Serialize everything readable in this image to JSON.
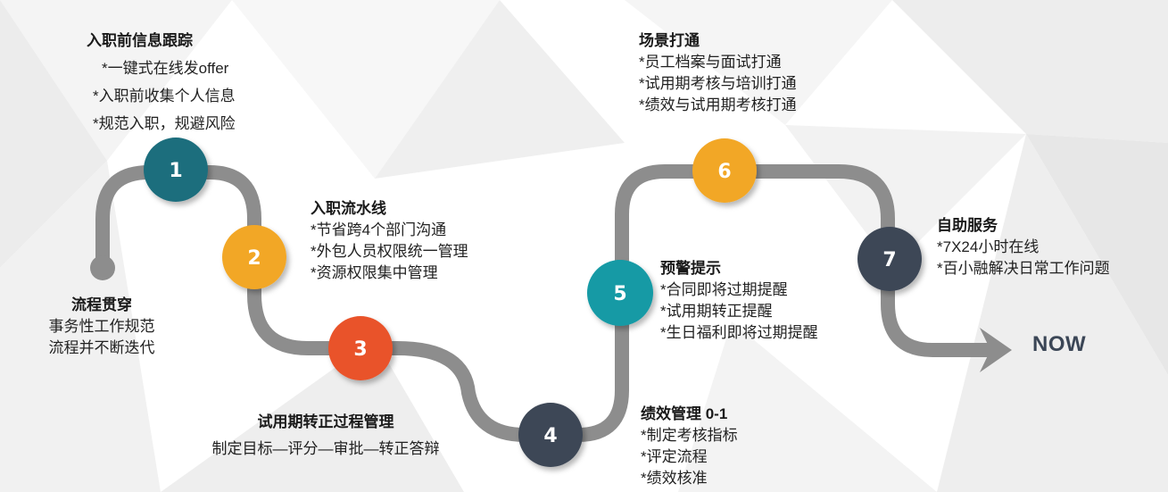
{
  "colors": {
    "path": "#8d8d8d",
    "shadow": "#00000033",
    "step1": "#1f6e7d",
    "step2": "#f2a727",
    "step3": "#e9532a",
    "step4": "#3c4756",
    "step5": "#129aa5",
    "step6": "#f2a727",
    "step7": "#3c4756"
  },
  "start": {
    "title": "流程贯穿",
    "lines": [
      "事务性工作规范",
      "流程并不断迭代"
    ]
  },
  "steps": [
    {
      "number": "1",
      "title": "入职前信息跟踪",
      "items": [
        "*一键式在线发offer",
        "*入职前收集个人信息",
        "*规范入职，规避风险"
      ]
    },
    {
      "number": "2",
      "title": "入职流水线",
      "items": [
        "*节省跨4个部门沟通",
        "*外包人员权限统一管理",
        "*资源权限集中管理"
      ]
    },
    {
      "number": "3",
      "title": "试用期转正过程管理",
      "items": [
        "制定目标—评分—审批—转正答辩"
      ]
    },
    {
      "number": "4",
      "title": "绩效管理 0-1",
      "items": [
        "*制定考核指标",
        "*评定流程",
        "*绩效核准"
      ]
    },
    {
      "number": "5",
      "title": "预警提示",
      "items": [
        "*合同即将过期提醒",
        "*试用期转正提醒",
        "*生日福利即将过期提醒"
      ]
    },
    {
      "number": "6",
      "title": "场景打通",
      "items": [
        "*员工档案与面试打通",
        "*试用期考核与培训打通",
        "*绩效与试用期考核打通"
      ]
    },
    {
      "number": "7",
      "title": "自助服务",
      "items": [
        "*7X24小时在线",
        "*百小融解决日常工作问题"
      ]
    }
  ],
  "end_label": "NOW"
}
